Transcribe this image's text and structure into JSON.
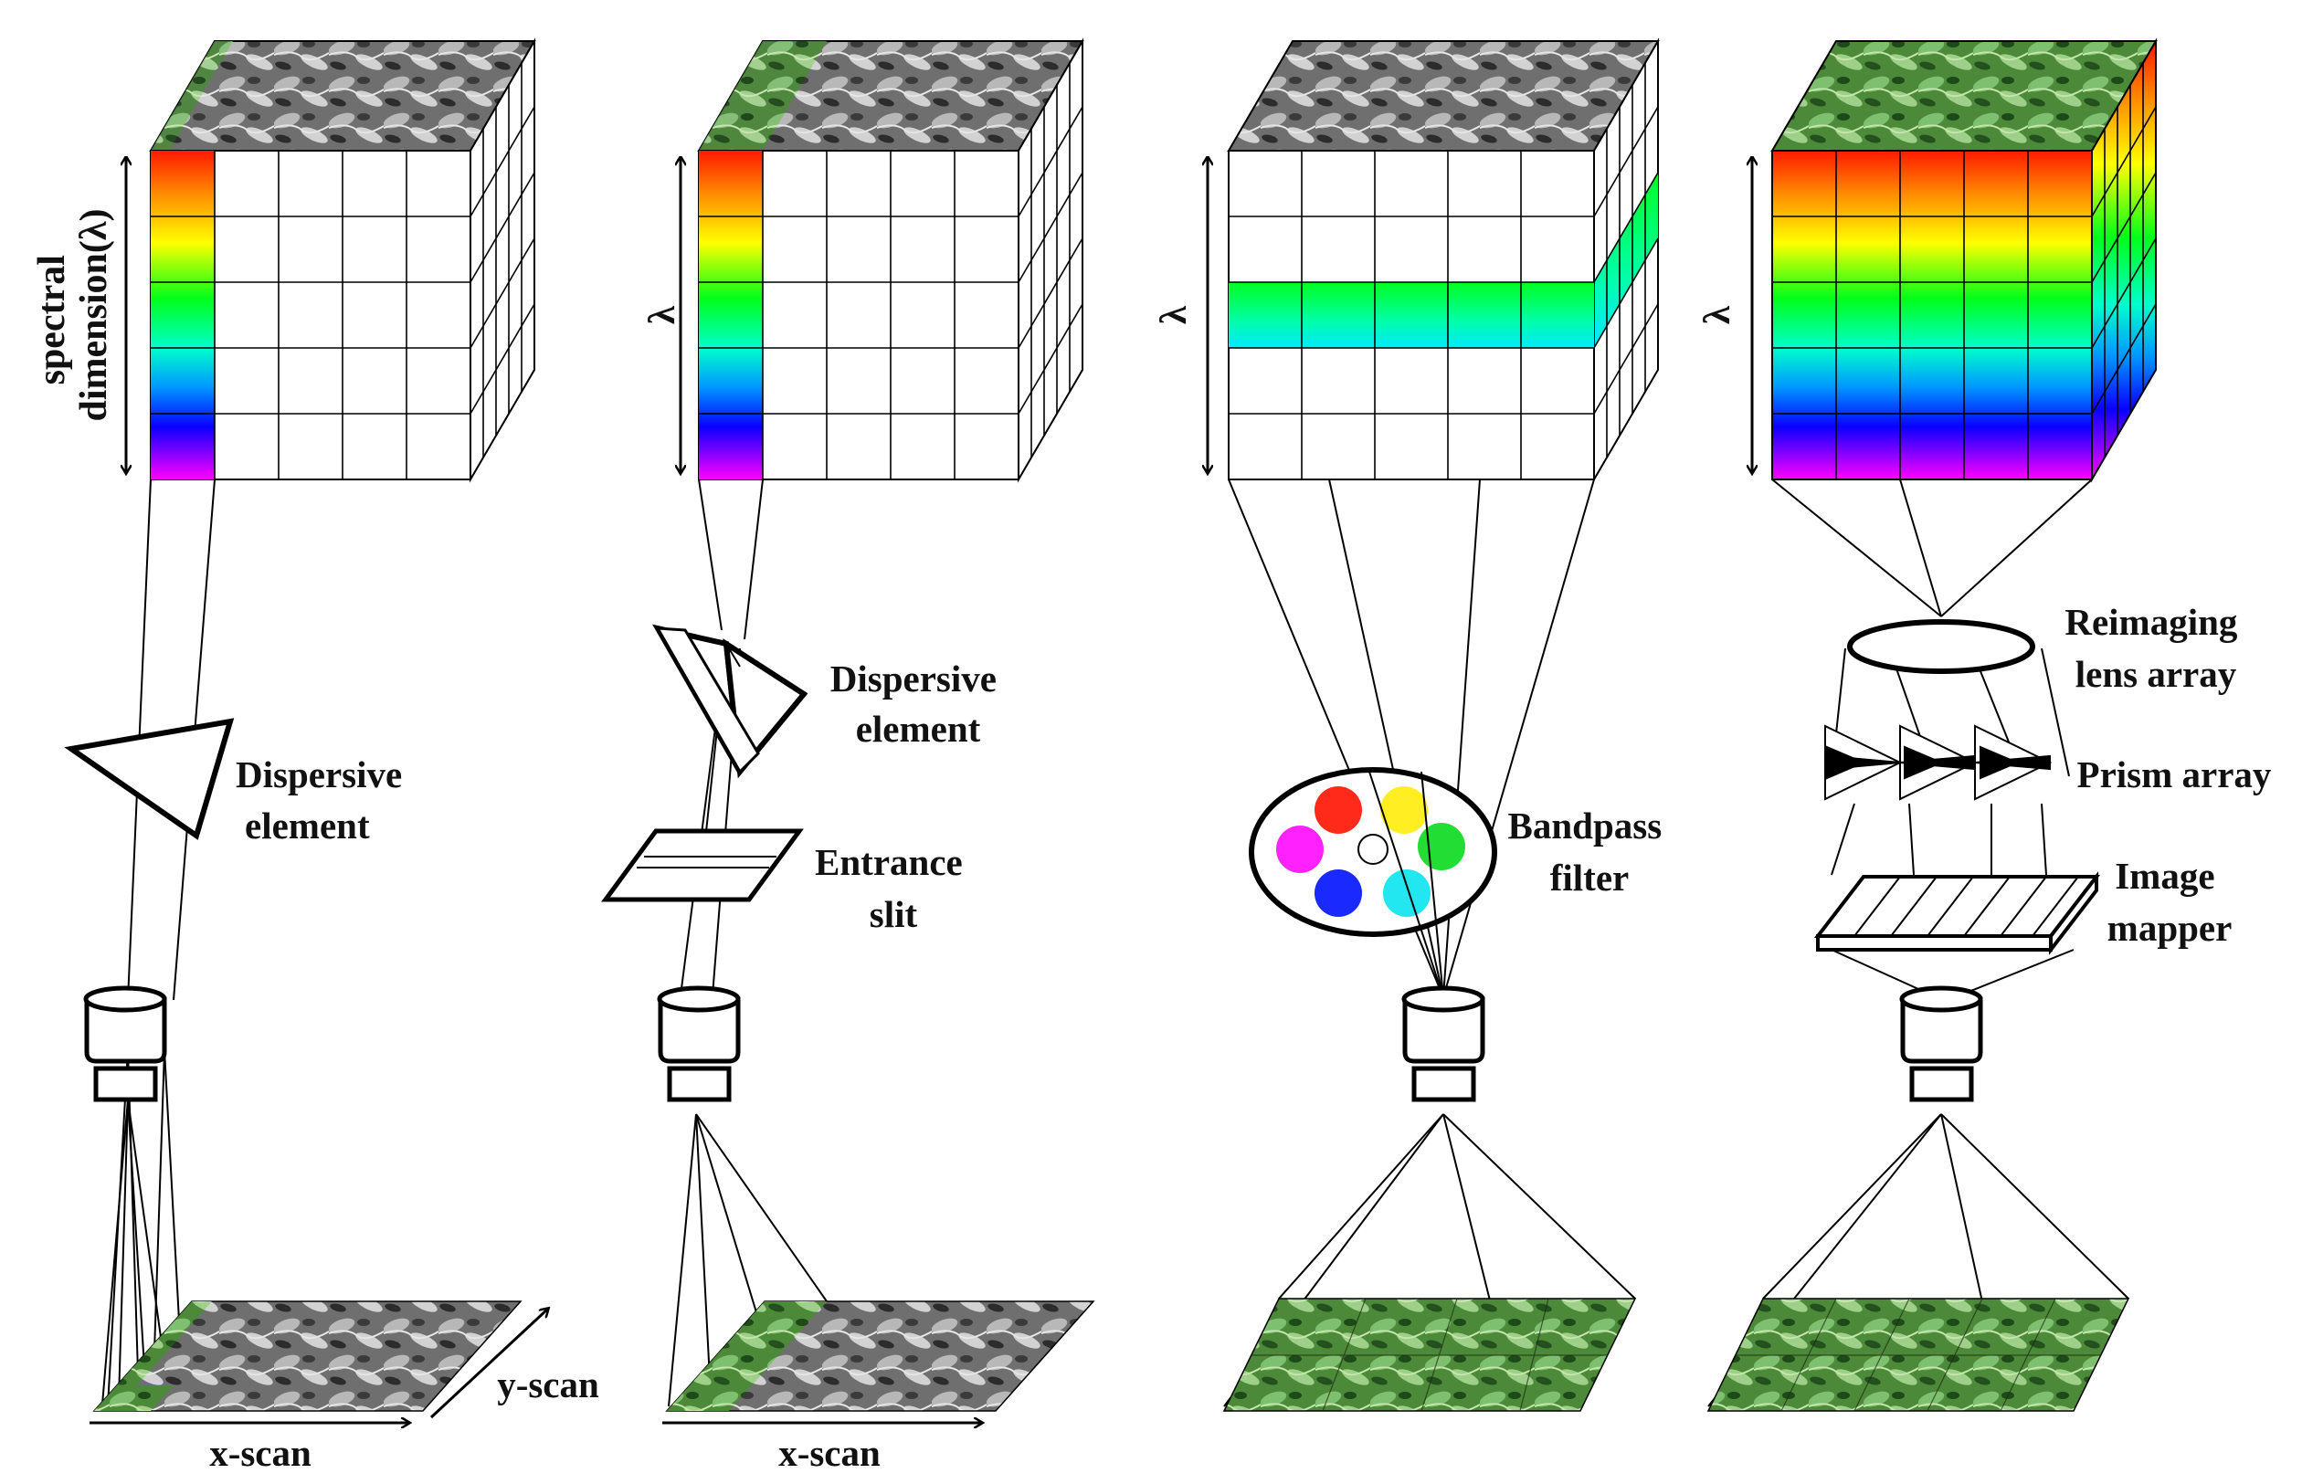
{
  "panels": [
    {
      "id": "point-scan",
      "axis_label_lines": [
        "spectral",
        "dimension(λ)"
      ],
      "components": [
        {
          "name": "dispersive-element",
          "label_lines": [
            "Dispersive",
            "element"
          ]
        }
      ],
      "scan_labels": [
        "x-scan",
        "y-scan"
      ]
    },
    {
      "id": "line-scan",
      "axis_label_lines": [
        "λ"
      ],
      "components": [
        {
          "name": "dispersive-element",
          "label_lines": [
            "Dispersive",
            "element"
          ]
        },
        {
          "name": "entrance-slit",
          "label_lines": [
            "Entrance",
            "slit"
          ]
        }
      ],
      "scan_labels": [
        "x-scan"
      ]
    },
    {
      "id": "bandpass-filter",
      "axis_label_lines": [
        "λ"
      ],
      "components": [
        {
          "name": "bandpass-filter",
          "label_lines": [
            "Bandpass",
            "filter"
          ]
        }
      ],
      "filter_colors": [
        "#ff2a1a",
        "#ffee22",
        "#ff22ff",
        "#ffffff",
        "#22dd33",
        "#1a2aff",
        "#22e6f0"
      ],
      "scan_labels": []
    },
    {
      "id": "image-mapper",
      "axis_label_lines": [
        "λ"
      ],
      "components": [
        {
          "name": "reimaging-lens-array",
          "label_lines": [
            "Reimaging",
            "lens array"
          ]
        },
        {
          "name": "prism-array",
          "label_lines": [
            "Prism array"
          ]
        },
        {
          "name": "image-mapper",
          "label_lines": [
            "Image",
            "mapper"
          ]
        }
      ],
      "scan_labels": []
    }
  ],
  "colors": {
    "spectrum": [
      "#ff1a00",
      "#ff8c00",
      "#ffff00",
      "#00ff00",
      "#00ffcc",
      "#00b4ff",
      "#0000ff",
      "#ff00ff"
    ],
    "sample_gray": "#7a7a7a",
    "sample_green": "#4f8a3c",
    "line": "#000000"
  }
}
